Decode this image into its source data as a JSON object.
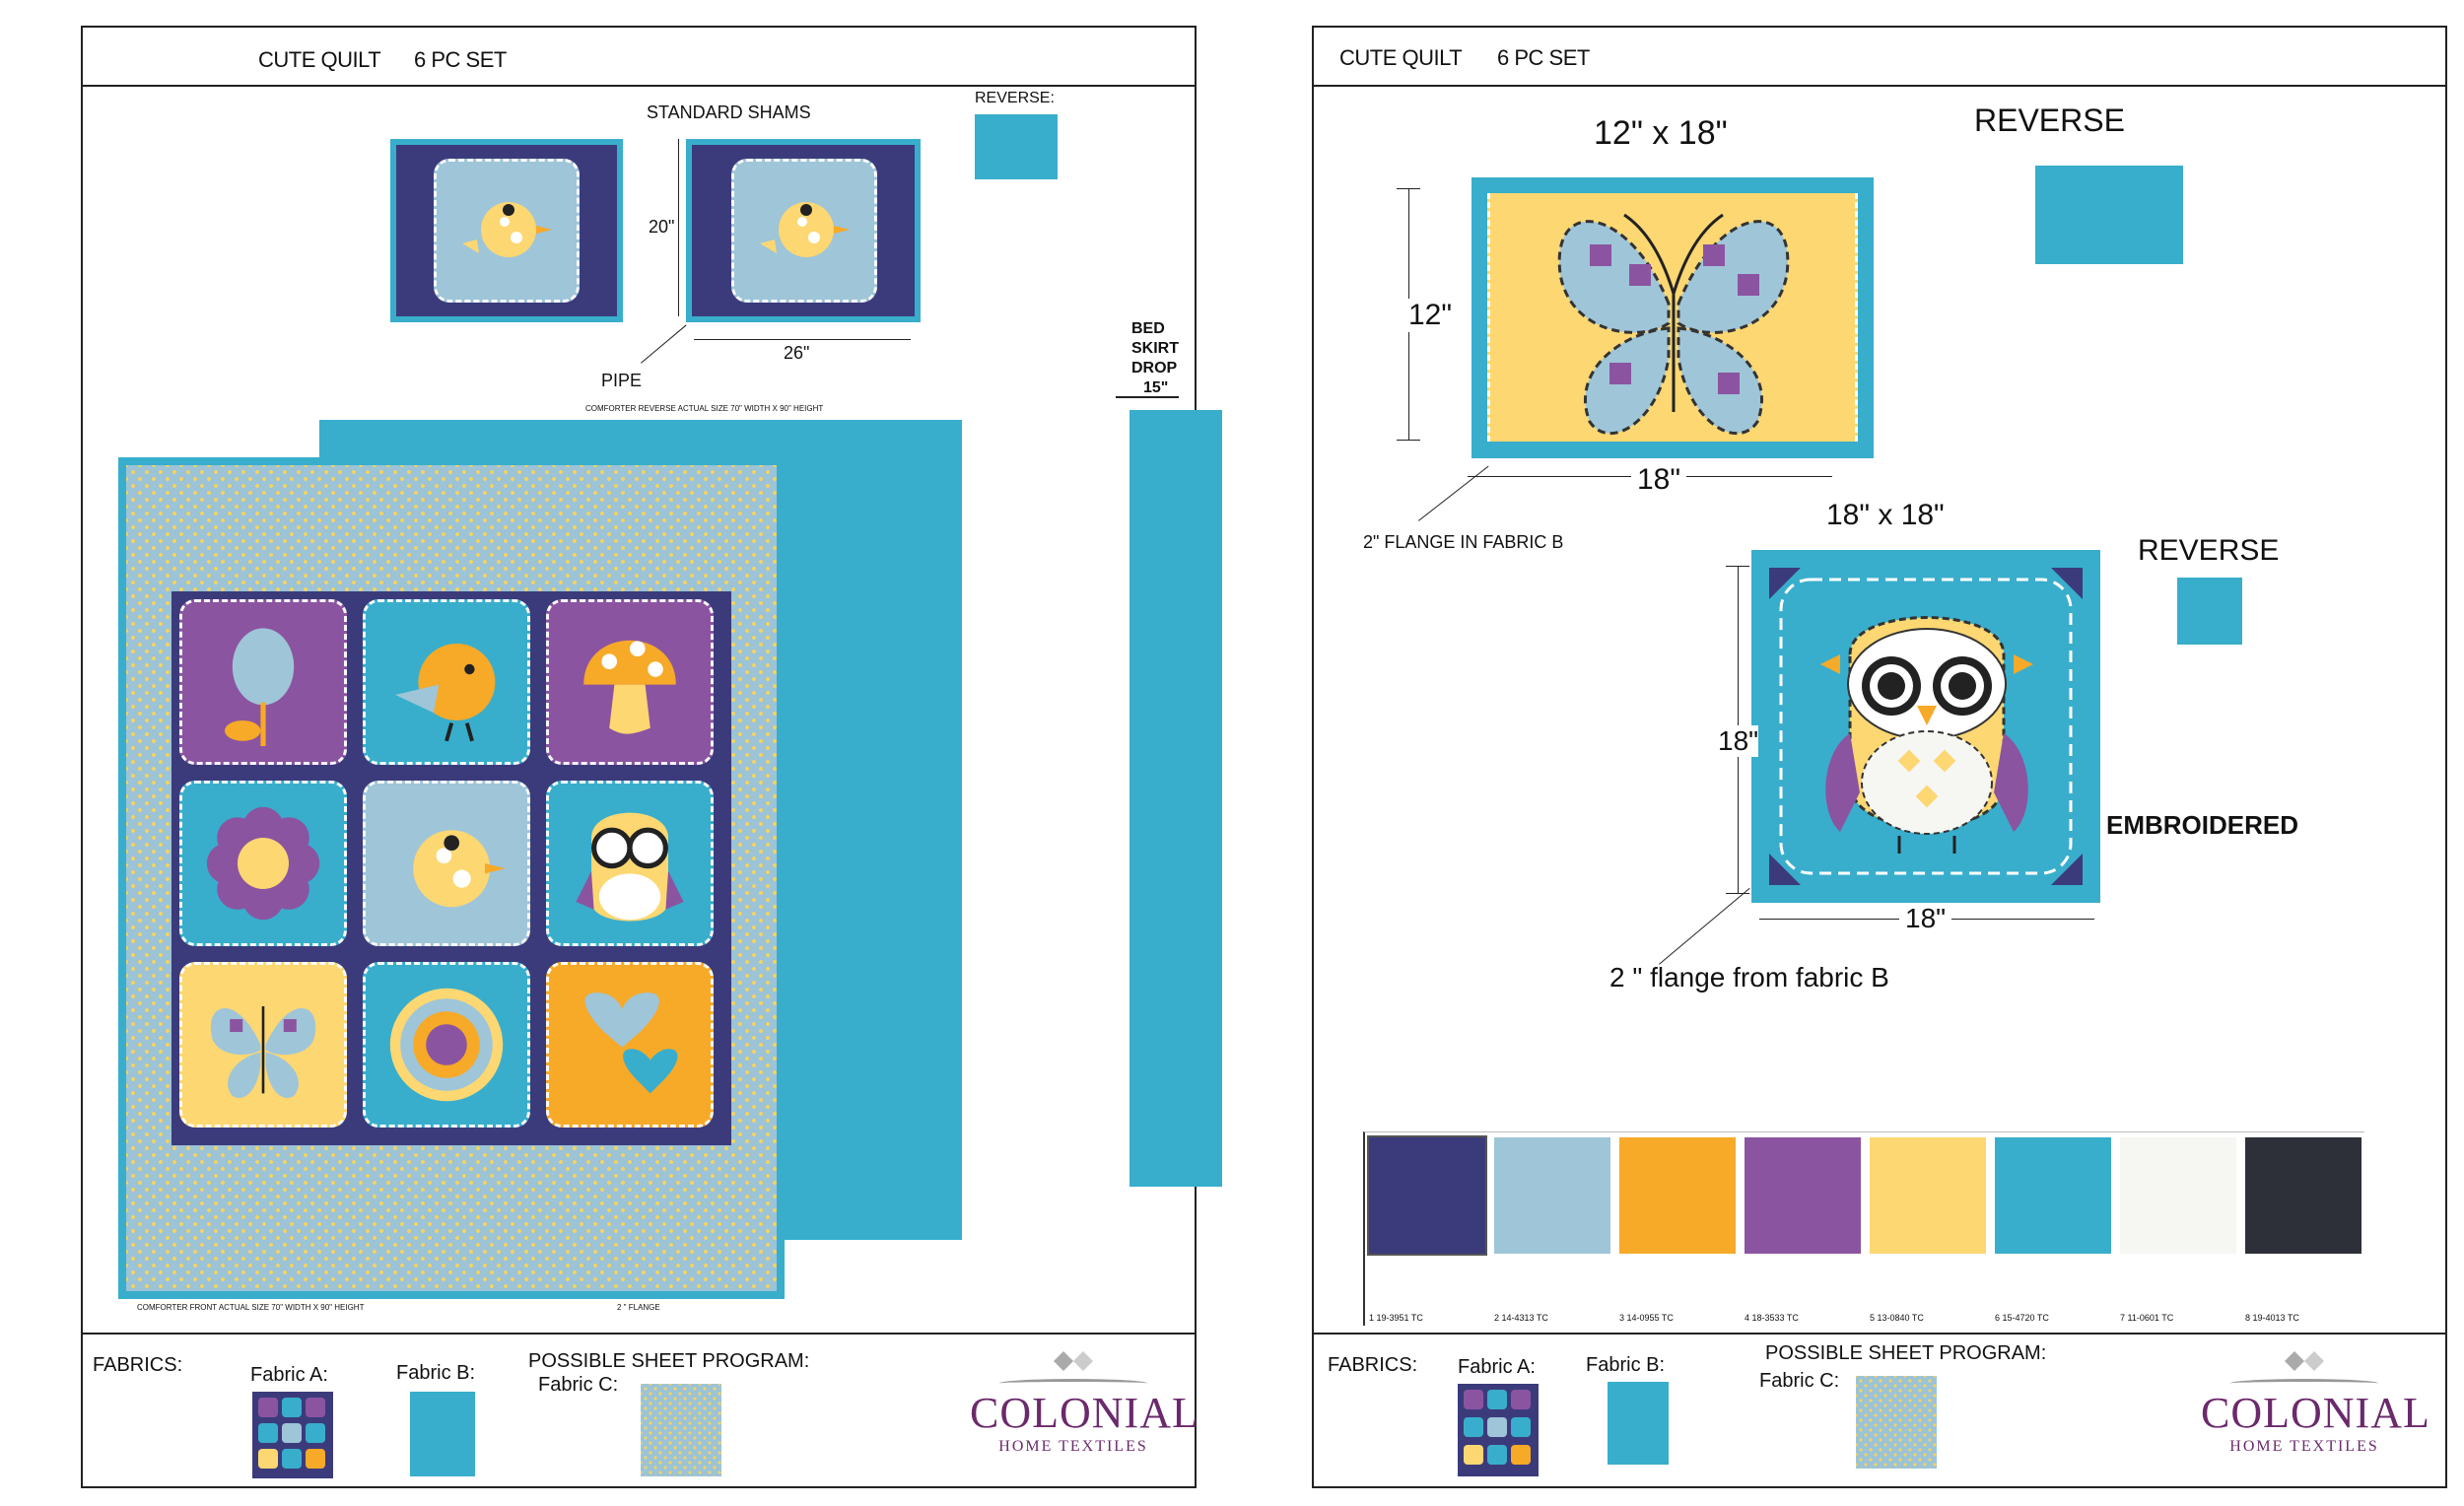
{
  "left": {
    "title": "CUTE QUILT",
    "set": "6 PC SET",
    "shams_label": "STANDARD SHAMS",
    "reverse_label": "REVERSE:",
    "dim_height": "20\"",
    "dim_width": "26\"",
    "pipe": "PIPE",
    "bedskirt": [
      "BED SKIRT",
      "DROP",
      "15\""
    ],
    "comforter_reverse": "COMFORTER REVERSE ACTUAL SIZE 70\" WIDTH X 90\" HEIGHT",
    "comforter_front": "COMFORTER FRONT ACTUAL SIZE 70\" WIDTH X 90\" HEIGHT",
    "flange": "2 \" FLANGE",
    "fabrics": "FABRICS:",
    "fabric_a": "Fabric A:",
    "fabric_b": "Fabric B:",
    "sheet_program": "POSSIBLE SHEET PROGRAM:",
    "fabric_c": "Fabric C:"
  },
  "right": {
    "title": "CUTE QUILT",
    "set": "6 PC SET",
    "pillow1_size": "12\" x 18\"",
    "reverse1": "REVERSE",
    "dim_12": "12\"",
    "dim_18a": "18\"",
    "flange1": "2\" FLANGE IN FABRIC B",
    "pillow2_size": "18\" x 18\"",
    "reverse2": "REVERSE",
    "dim_18b": "18\"",
    "dim_18c": "18\"",
    "embroidered": "EMBROIDERED",
    "flange2": "2 \" flange from fabric B",
    "palette": [
      {
        "code": "1 19-3951 TC",
        "color": "#3b3b7c"
      },
      {
        "code": "2 14-4313 TC",
        "color": "#9fc5d8"
      },
      {
        "code": "3 14-0955 TC",
        "color": "#f7a928"
      },
      {
        "code": "4 18-3533 TC",
        "color": "#8b54a0"
      },
      {
        "code": "5 13-0840 TC",
        "color": "#fcd772"
      },
      {
        "code": "6 15-4720 TC",
        "color": "#38aecc"
      },
      {
        "code": "7 11-0601 TC",
        "color": "#f6f6f2"
      },
      {
        "code": "8 19-4013 TC",
        "color": "#2d3038"
      }
    ],
    "fabrics": "FABRICS:",
    "fabric_a": "Fabric A:",
    "fabric_b": "Fabric B:",
    "sheet_program": "POSSIBLE SHEET PROGRAM:",
    "fabric_c": "Fabric C:"
  },
  "logo": {
    "brand": "COLONIAL",
    "sub": "HOME TEXTILES"
  },
  "colors": {
    "navy": "#3b3b7c",
    "blue": "#38aecc",
    "lightblue": "#9fc5d8",
    "orange": "#f7a928",
    "purple": "#8b54a0",
    "yellow": "#fcd772"
  },
  "quilt_tiles": [
    {
      "motif": "tulip-icon",
      "bg": "#8b54a0"
    },
    {
      "motif": "bird-icon",
      "bg": "#38aecc"
    },
    {
      "motif": "mushroom-icon",
      "bg": "#8b54a0"
    },
    {
      "motif": "flower-icon",
      "bg": "#38aecc"
    },
    {
      "motif": "chick-icon",
      "bg": "#9fc5d8"
    },
    {
      "motif": "owl-icon",
      "bg": "#38aecc"
    },
    {
      "motif": "butterfly-icon",
      "bg": "#fcd772"
    },
    {
      "motif": "sunflower-icon",
      "bg": "#38aecc"
    },
    {
      "motif": "hearts-icon",
      "bg": "#f7a928"
    }
  ]
}
